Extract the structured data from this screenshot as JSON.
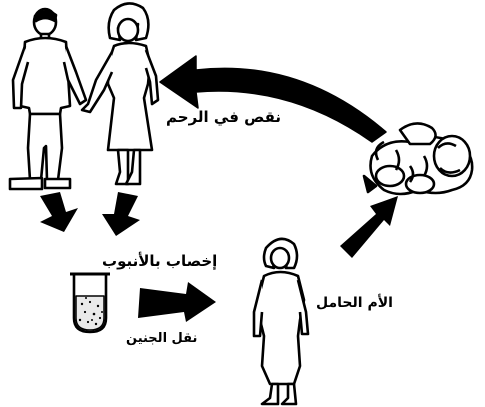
{
  "diagram": {
    "labels": {
      "womb_transfer": "نقص في الرحم",
      "ivf": "إخصاب بالأنبوب",
      "embryo_transfer": "نقل الجنين",
      "surrogate_mother": "الأم الحامل"
    },
    "colors": {
      "ink": "#000000",
      "paper": "#ffffff",
      "fluid": "#e9e9e9"
    }
  }
}
